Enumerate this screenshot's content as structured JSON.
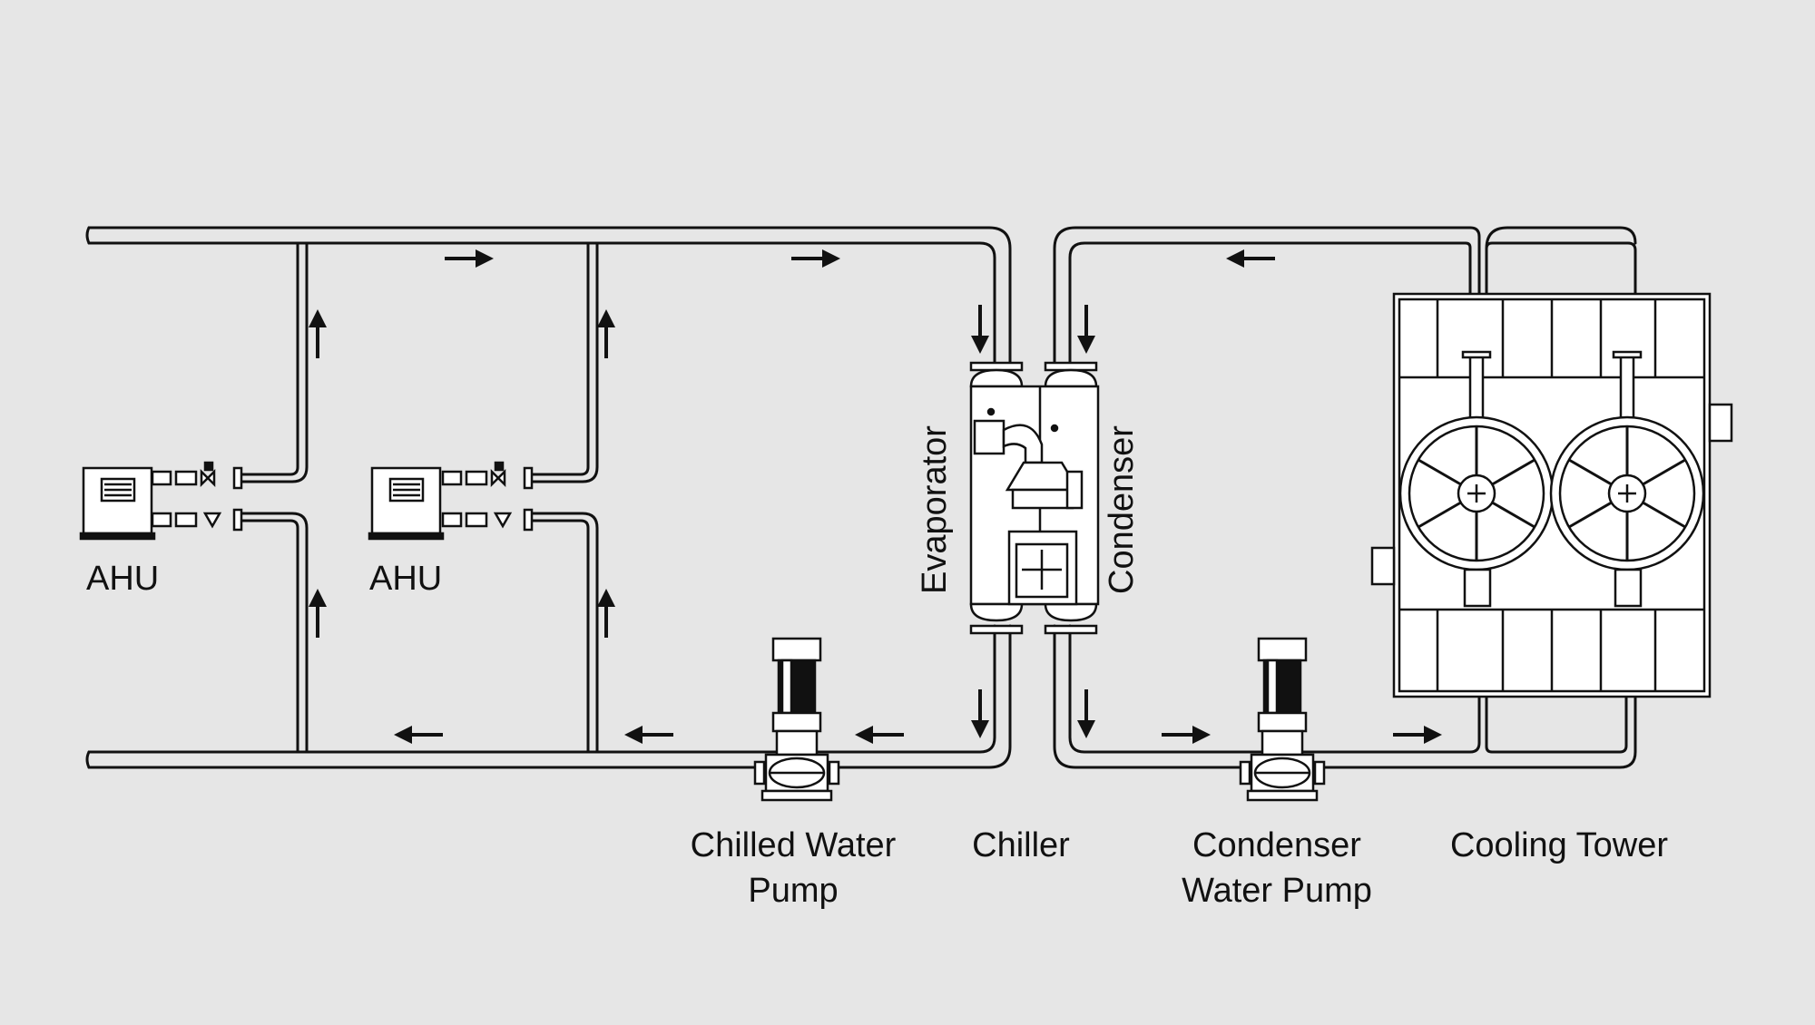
{
  "colors": {
    "background": "#e6e6e6",
    "line": "#111111",
    "equipment_fill": "#ffffff"
  },
  "labels": {
    "ahu_1": "AHU",
    "ahu_2": "AHU",
    "evaporator": "Evaporator",
    "condenser": "Condenser",
    "chilled_water_pump_line1": "Chilled Water",
    "chilled_water_pump_line2": "Pump",
    "chiller": "Chiller",
    "condenser_water_pump_line1": "Condenser",
    "condenser_water_pump_line2": "Water Pump",
    "cooling_tower": "Cooling Tower"
  },
  "icons": {
    "air_handling_unit": "ahu-icon",
    "pump": "vertical-pump-icon",
    "chiller": "chiller-icon",
    "cooling_tower": "cooling-tower-icon",
    "flow_arrow": "flow-arrow-icon"
  }
}
